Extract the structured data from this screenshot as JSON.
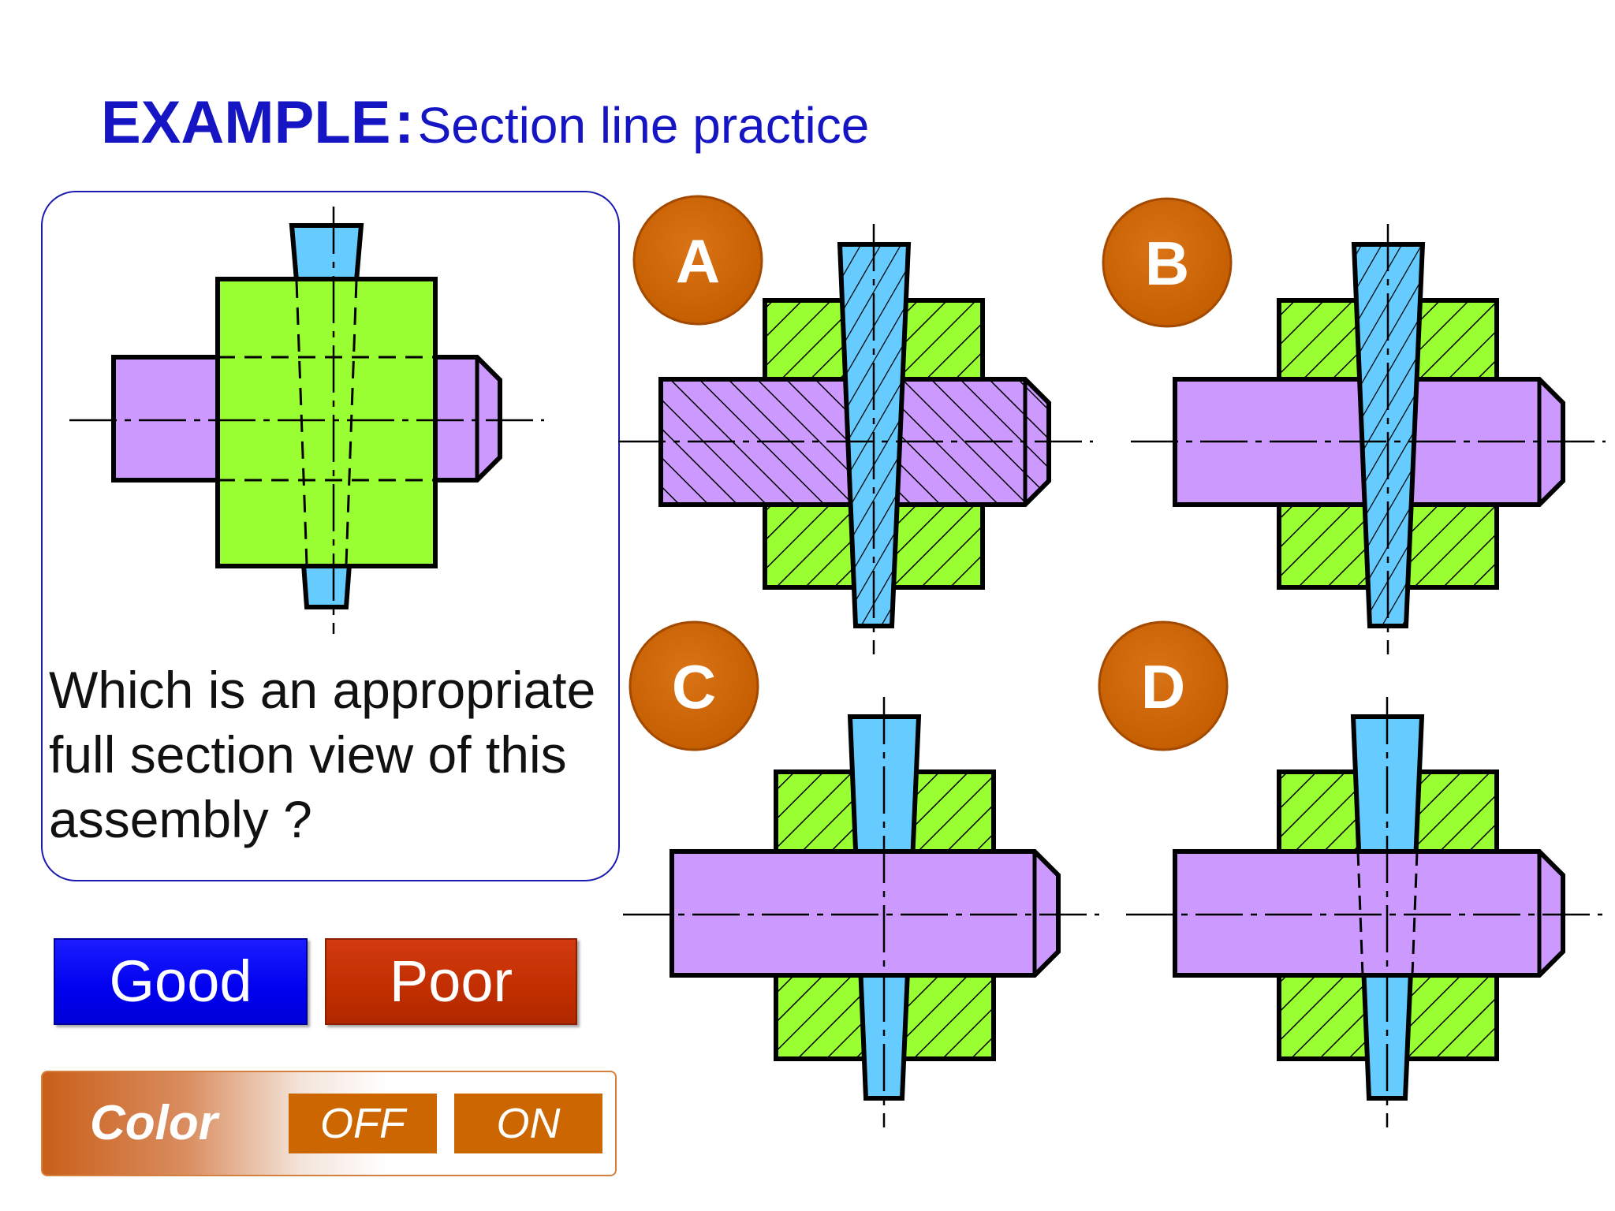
{
  "title": {
    "heading": "EXAMPLE",
    "separator": ":",
    "subtitle": "Section line practice"
  },
  "question": {
    "text": "Which is an appropriate full section view of this assembly ?"
  },
  "options": [
    {
      "label": "A"
    },
    {
      "label": "B"
    },
    {
      "label": "C"
    },
    {
      "label": "D"
    }
  ],
  "buttons": {
    "good": "Good",
    "poor": "Poor"
  },
  "color_toggle": {
    "label": "Color",
    "off": "OFF",
    "on": "ON"
  },
  "colors": {
    "title_blue": "#1515c4",
    "hub_green": "#99ff33",
    "shaft_purple": "#cc99ff",
    "pin_blue": "#66ccff",
    "badge_orange": "#cc6600",
    "good_blue": "#0000ee",
    "poor_red": "#c12e00"
  }
}
